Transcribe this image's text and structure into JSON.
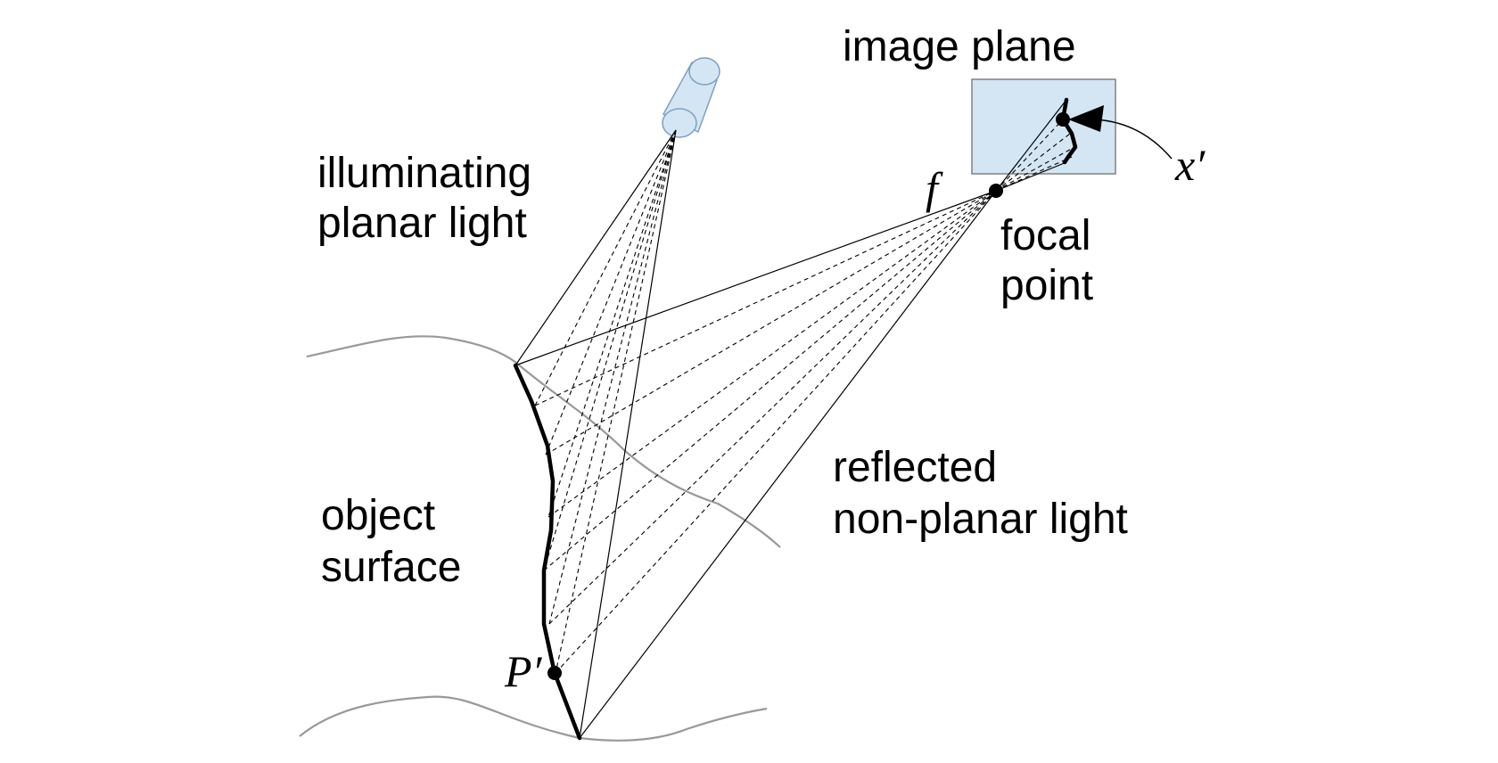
{
  "labels": {
    "image_plane": "image plane",
    "illuminating_line1": "illuminating",
    "illuminating_line2": "planar light",
    "focal_line1": "focal",
    "focal_line2": "point",
    "reflected_line1": "reflected",
    "reflected_line2": "non-planar light",
    "object_line1": "object",
    "object_line2": "surface"
  },
  "symbols": {
    "focal": "f",
    "image_point": "x′",
    "surface_point": "P′"
  },
  "colors": {
    "light_fill": "#d4e6f4",
    "light_stroke": "#7f9fbf",
    "plane_fill": "#d4e6f4",
    "plane_stroke": "#808080",
    "surface_curve": "#999999",
    "ink": "#000000"
  }
}
